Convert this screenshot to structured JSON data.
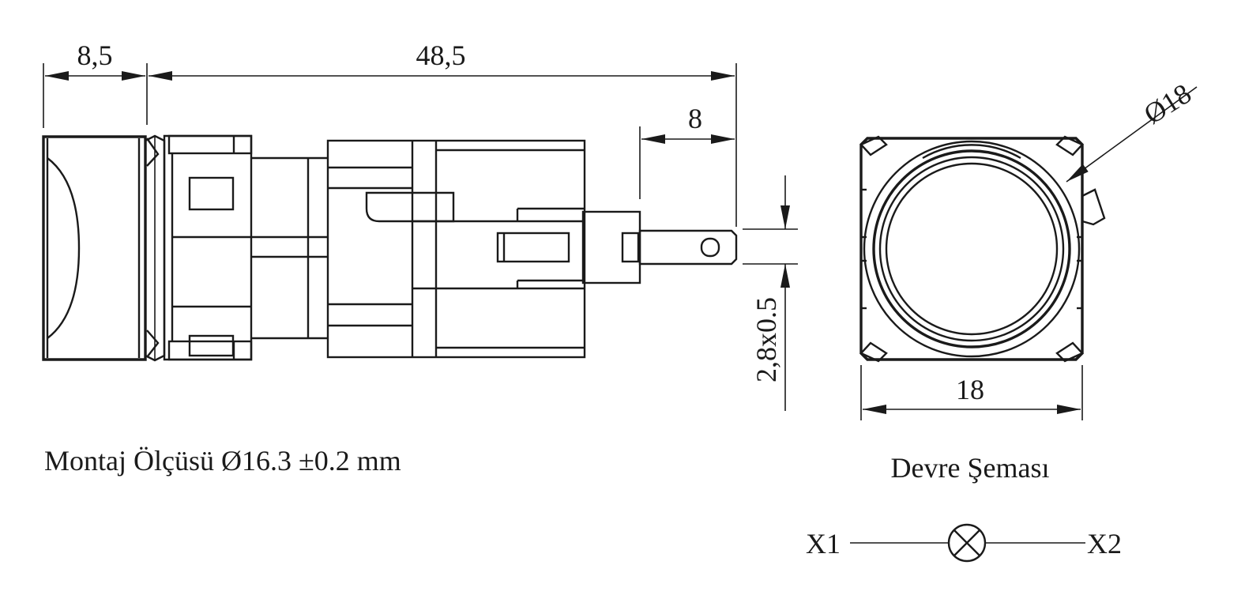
{
  "dimensions": {
    "front_depth": "8,5",
    "body_length": "48,5",
    "terminal_length": "8",
    "terminal_size": "2,8x0.5",
    "front_width": "18",
    "front_diameter": "Ø18"
  },
  "labels": {
    "mounting_size": "Montaj Ölçüsü Ø16.3 ±0.2 mm",
    "circuit_title": "Devre Şeması",
    "terminal_x1": "X1",
    "terminal_x2": "X2"
  },
  "colors": {
    "line": "#1a1a1a",
    "background": "#ffffff"
  },
  "icons": {
    "lamp_symbol": "lamp-symbol-icon"
  }
}
